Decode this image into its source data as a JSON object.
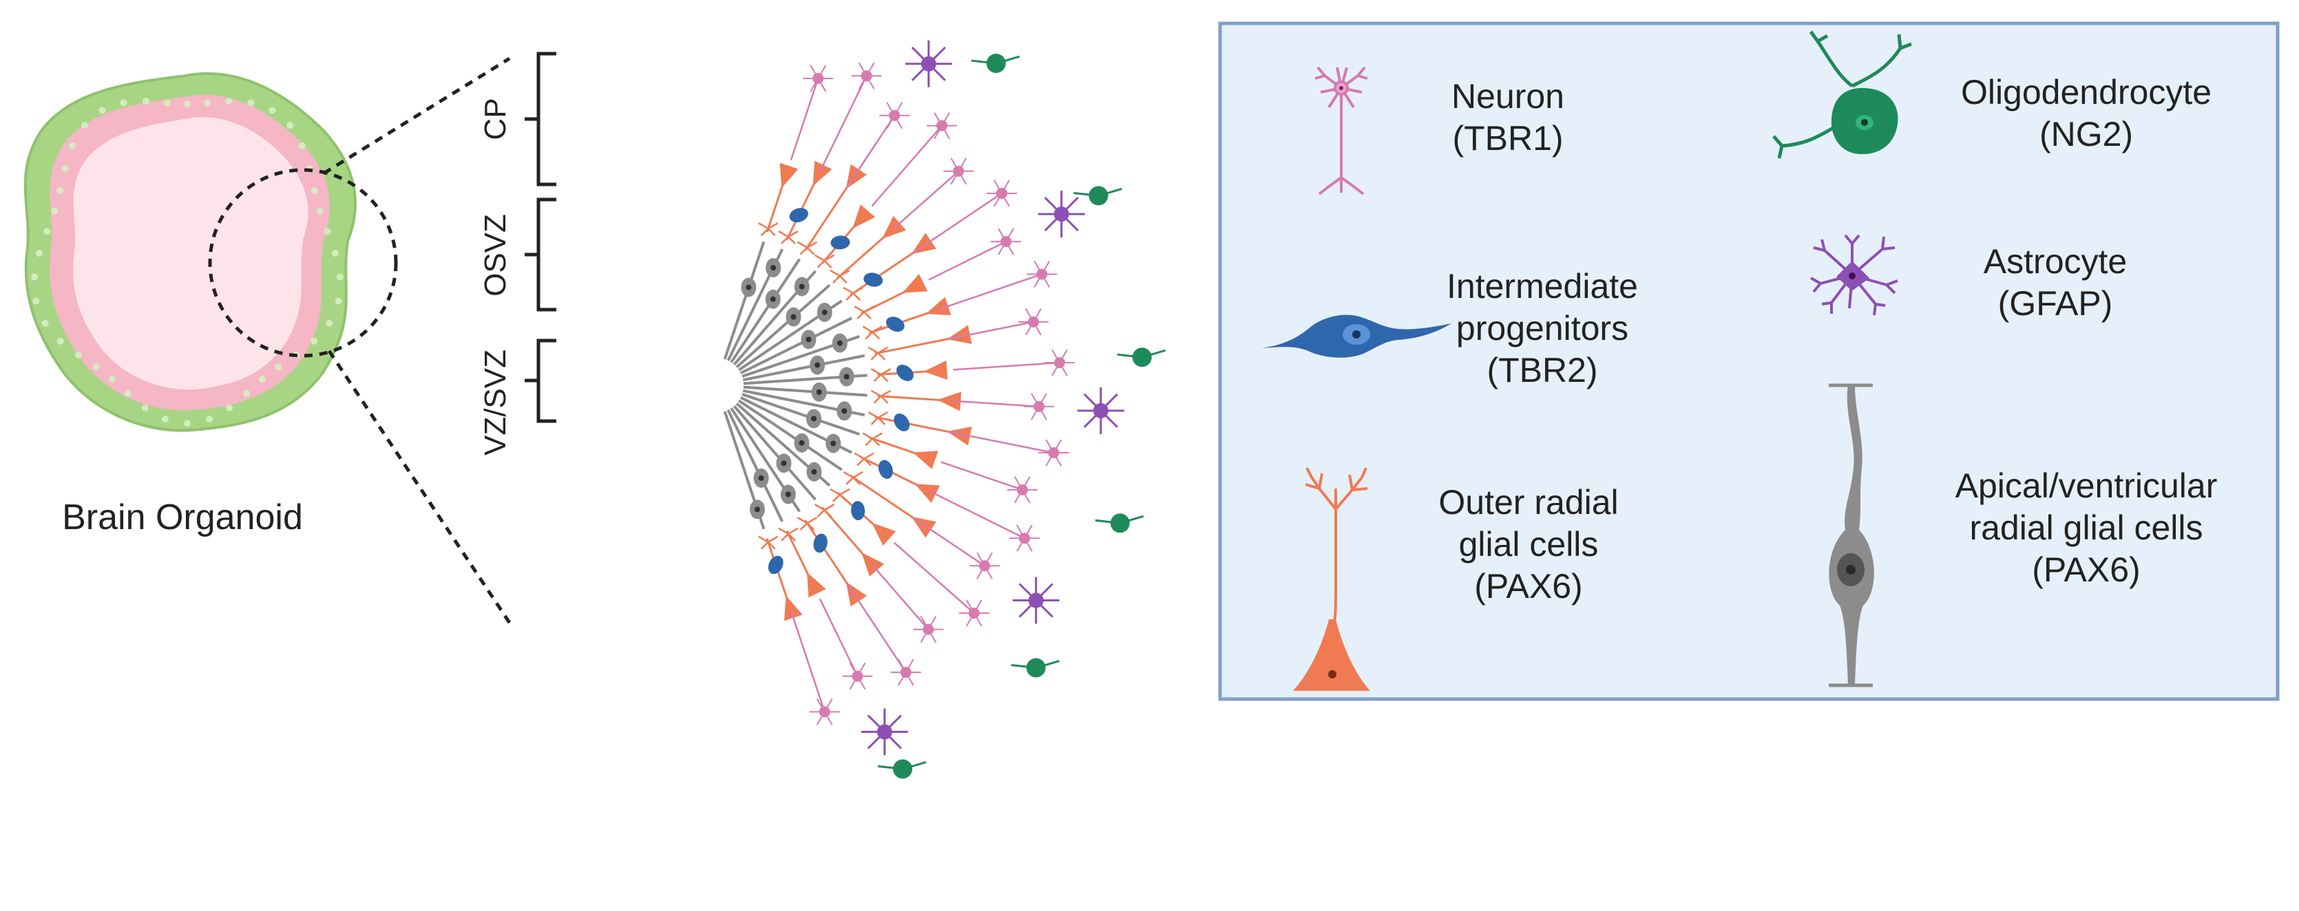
{
  "organoid": {
    "label": "Brain Organoid"
  },
  "zones": {
    "cp": "CP",
    "osvz": "OSVZ",
    "vzsvz": "VZ/SVZ"
  },
  "legend": {
    "neuron": {
      "lines": [
        "Neuron",
        "(TBR1)"
      ],
      "color": "#d67ab0"
    },
    "oligo": {
      "lines": [
        "Oligodendrocyte",
        "(NG2)"
      ],
      "color": "#1e8a5a"
    },
    "intermediate": {
      "lines": [
        "Intermediate",
        "progenitors",
        "(TBR2)"
      ],
      "color": "#2f67ad"
    },
    "astrocyte": {
      "lines": [
        "Astrocyte",
        "(GFAP)"
      ],
      "color": "#8d4fb5"
    },
    "outer_rg": {
      "lines": [
        "Outer radial",
        "glial cells",
        "(PAX6)"
      ],
      "color": "#f07a52"
    },
    "apical_rg": {
      "lines": [
        "Apical/ventricular",
        "radial glial cells",
        "(PAX6)"
      ],
      "color": "#8c8c8c"
    }
  },
  "colors": {
    "legend_bg": "#e6f0fa",
    "legend_border": "#7f9fc8",
    "organoid_outer": "#a8d584",
    "organoid_inner": "#f5b6c6",
    "organoid_core": "#fde4ea"
  }
}
